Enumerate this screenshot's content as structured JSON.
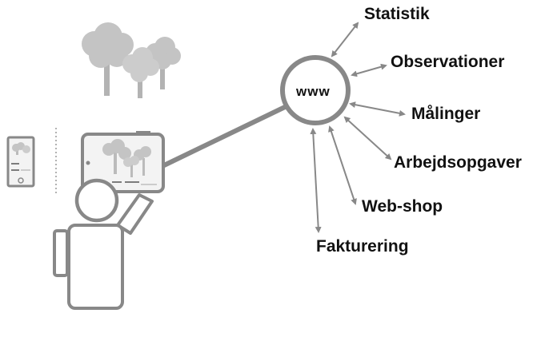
{
  "hub": {
    "label": "www"
  },
  "services": [
    {
      "label": "Statistik"
    },
    {
      "label": "Observationer"
    },
    {
      "label": "Målinger"
    },
    {
      "label": "Arbejdsopgaver"
    },
    {
      "label": "Web-shop"
    },
    {
      "label": "Fakturering"
    }
  ],
  "colors": {
    "line": "#888888",
    "tree": "#c4c4c4",
    "trunk": "#b3b3b3",
    "device_screen": "#f3f3f3",
    "text": "#111111"
  }
}
